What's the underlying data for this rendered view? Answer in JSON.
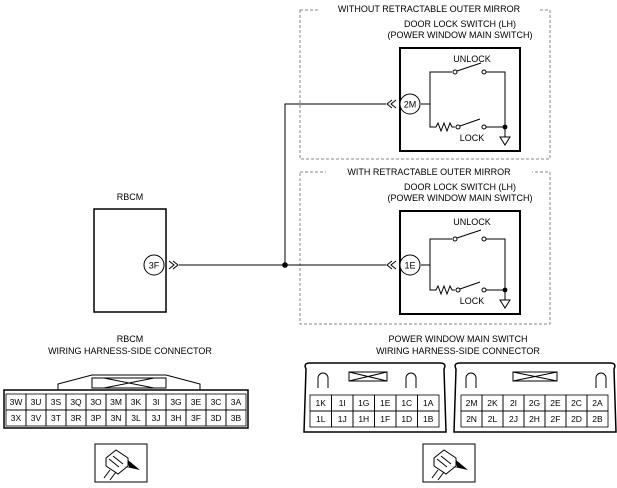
{
  "groups": {
    "without_mirror": "WITHOUT RETRACTABLE OUTER MIRROR",
    "with_mirror": "WITH RETRACTABLE OUTER MIRROR"
  },
  "switch": {
    "title": "DOOR LOCK SWITCH (LH)",
    "subtitle": "(POWER WINDOW MAIN SWITCH)",
    "unlock": "UNLOCK",
    "lock": "LOCK",
    "terminal_top": "2M",
    "terminal_bottom": "1E"
  },
  "rbcm": {
    "title": "RBCM",
    "terminal": "3F"
  },
  "rbcm_connector": {
    "title": "RBCM",
    "subtitle": "WIRING HARNESS-SIDE CONNECTOR",
    "rows": [
      [
        "3W",
        "3U",
        "3S",
        "3Q",
        "3O",
        "3M",
        "3K",
        "3I",
        "3G",
        "3E",
        "3C",
        "3A"
      ],
      [
        "3X",
        "3V",
        "3T",
        "3R",
        "3P",
        "3N",
        "3L",
        "3J",
        "3H",
        "3F",
        "3D",
        "3B"
      ]
    ]
  },
  "pwms_connector": {
    "title": "POWER WINDOW MAIN SWITCH",
    "subtitle": "WIRING HARNESS-SIDE CONNECTOR",
    "left_rows": [
      [
        "1K",
        "1I",
        "1G",
        "1E",
        "1C",
        "1A"
      ],
      [
        "1L",
        "1J",
        "1H",
        "1F",
        "1D",
        "1B"
      ]
    ],
    "right_rows": [
      [
        "2M",
        "2K",
        "2I",
        "2G",
        "2E",
        "2C",
        "2A"
      ],
      [
        "2N",
        "2L",
        "2J",
        "2H",
        "2F",
        "2D",
        "2B"
      ]
    ]
  }
}
